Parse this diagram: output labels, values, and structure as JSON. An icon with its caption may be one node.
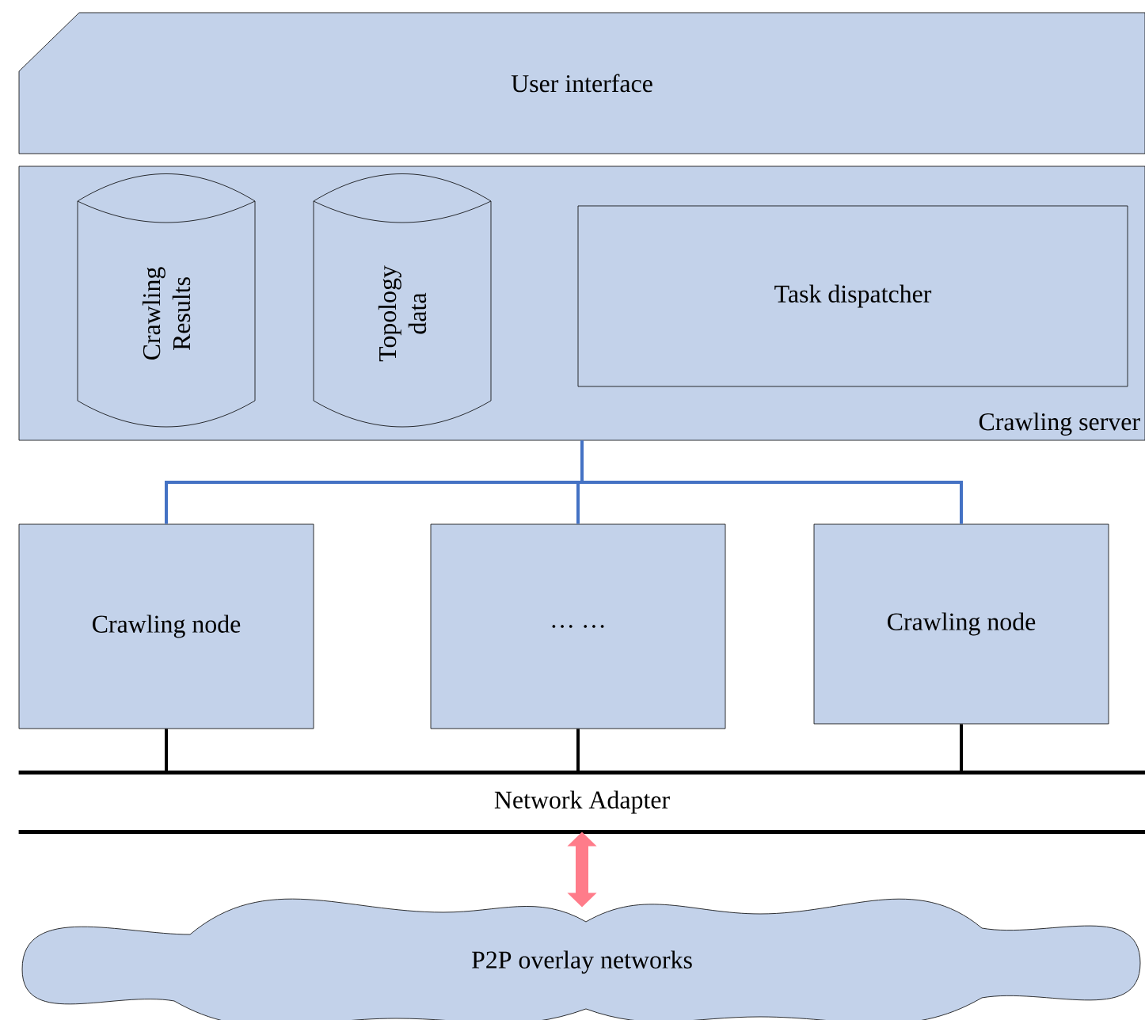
{
  "diagram": {
    "nodes": [
      {
        "text": [
          "User interface"
        ]
      },
      {
        "text": [
          "Crawling server"
        ]
      },
      {
        "text": [
          "Crawling Results"
        ],
        "in": 1
      },
      {
        "text": [
          "Topology data"
        ],
        "in": 1
      },
      {
        "text": [
          "Task dispatcher"
        ],
        "in": 1
      },
      {
        "text": [
          "Crawling node"
        ]
      },
      {
        "text": [
          "… …"
        ]
      },
      {
        "text": [
          "Crawling node"
        ]
      },
      {
        "text": [
          "Network Adapter"
        ]
      },
      {
        "text": [
          "P2P overlay networks"
        ]
      }
    ],
    "edges": [
      {
        "from": 1,
        "to": 5,
        "arrow": "none",
        "color": "#4472c4"
      },
      {
        "from": 1,
        "to": 6,
        "arrow": "none",
        "color": "#4472c4"
      },
      {
        "from": 1,
        "to": 7,
        "arrow": "none",
        "color": "#4472c4"
      },
      {
        "from": 5,
        "to": 8,
        "arrow": "none",
        "color": "#000000"
      },
      {
        "from": 6,
        "to": 8,
        "arrow": "none",
        "color": "#000000"
      },
      {
        "from": 7,
        "to": 8,
        "arrow": "none",
        "color": "#000000"
      },
      {
        "from": 8,
        "to": 9,
        "arrow": "both",
        "style": "thick",
        "color": "#ff7c8a"
      }
    ]
  }
}
